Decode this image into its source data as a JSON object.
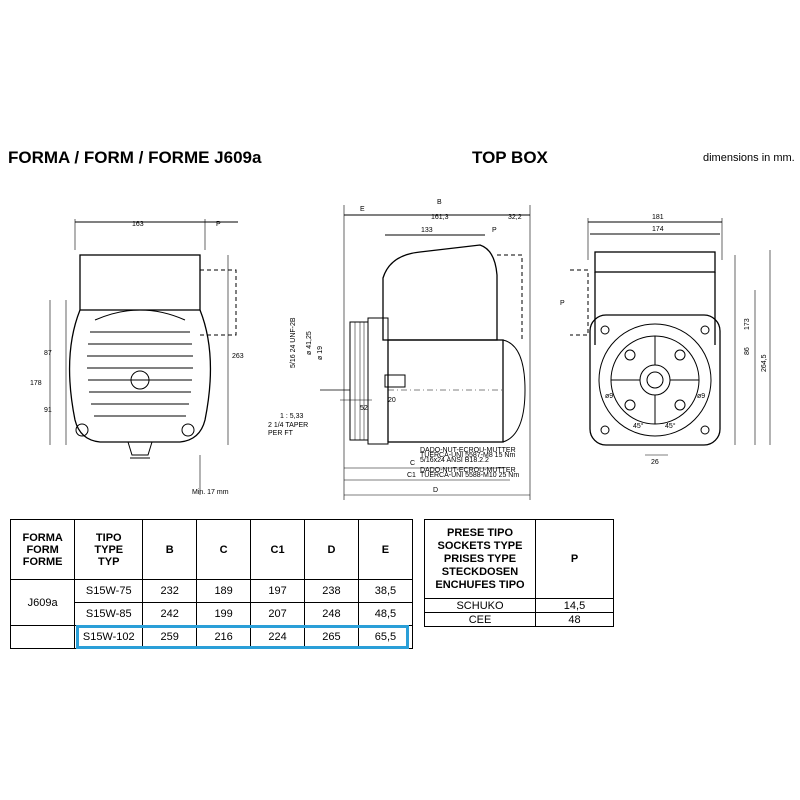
{
  "header": {
    "form_title": "FORMA / FORM / FORME J609a",
    "topbox_title": "TOP BOX",
    "dims_note": "dimensions in mm."
  },
  "drawing": {
    "left_view": {
      "dim_width": "163",
      "dim_p": "P",
      "dim_87": "87",
      "dim_178": "178",
      "dim_91": "91",
      "dim_263": "263",
      "dim_min": "Min. 17 mm"
    },
    "side_view": {
      "dim_e": "E",
      "dim_b": "B",
      "dim_1613": "161,3",
      "dim_322": "32,2",
      "dim_133": "133",
      "dim_p": "P",
      "dim_unf": "5/16 24 UNF-2B",
      "dim_d4125": "ø 41,25",
      "dim_d19": "ø 19",
      "dim_52": "52",
      "dim_20": "20",
      "dim_taper": "1 : 5,33",
      "taper_note_1": "2 1/4 TAPER",
      "taper_note_2": "PER FT",
      "dim_c": "C",
      "dim_c1": "C1",
      "dim_d": "D",
      "nut_note_1": "DADO-NUT-ECROU-MUTTER",
      "nut_note_2": "TUERCA-UNI 5587-M8 15 Nm",
      "nut_note_3": "5/16x24 ANSI B18.2.2",
      "nut_note_4": "DADO-NUT-ECROU-MUTTER",
      "nut_note_5": "TUERCA-UNI 5588-M10 25 Nm"
    },
    "right_view": {
      "dim_181": "181",
      "dim_174": "174",
      "dim_p": "P",
      "dim_173": "173",
      "dim_86": "86",
      "dim_2645": "264,5",
      "dim_26": "26",
      "dim_d9a": "ø9",
      "dim_d9b": "ø9",
      "dim_45a": "45°",
      "dim_45b": "45°"
    }
  },
  "main_table": {
    "headers": [
      "FORMA\nFORM\nFORME",
      "TIPO\nTYPE\nTYP",
      "B",
      "C",
      "C1",
      "D",
      "E"
    ],
    "group_label": "J609a",
    "rows": [
      [
        "S15W-75",
        "232",
        "189",
        "197",
        "238",
        "38,5"
      ],
      [
        "S15W-85",
        "242",
        "199",
        "207",
        "248",
        "48,5"
      ],
      [
        "S15W-102",
        "259",
        "216",
        "224",
        "265",
        "65,5"
      ]
    ],
    "highlight_color": "#2a9fd8"
  },
  "sockets_table": {
    "header_type": "PRESE TIPO\nSOCKETS TYPE\nPRISES TYPE\nSTECKDOSEN\nENCHUFES TIPO",
    "header_p": "P",
    "rows": [
      [
        "SCHUKO",
        "14,5"
      ],
      [
        "CEE",
        "48"
      ]
    ]
  }
}
